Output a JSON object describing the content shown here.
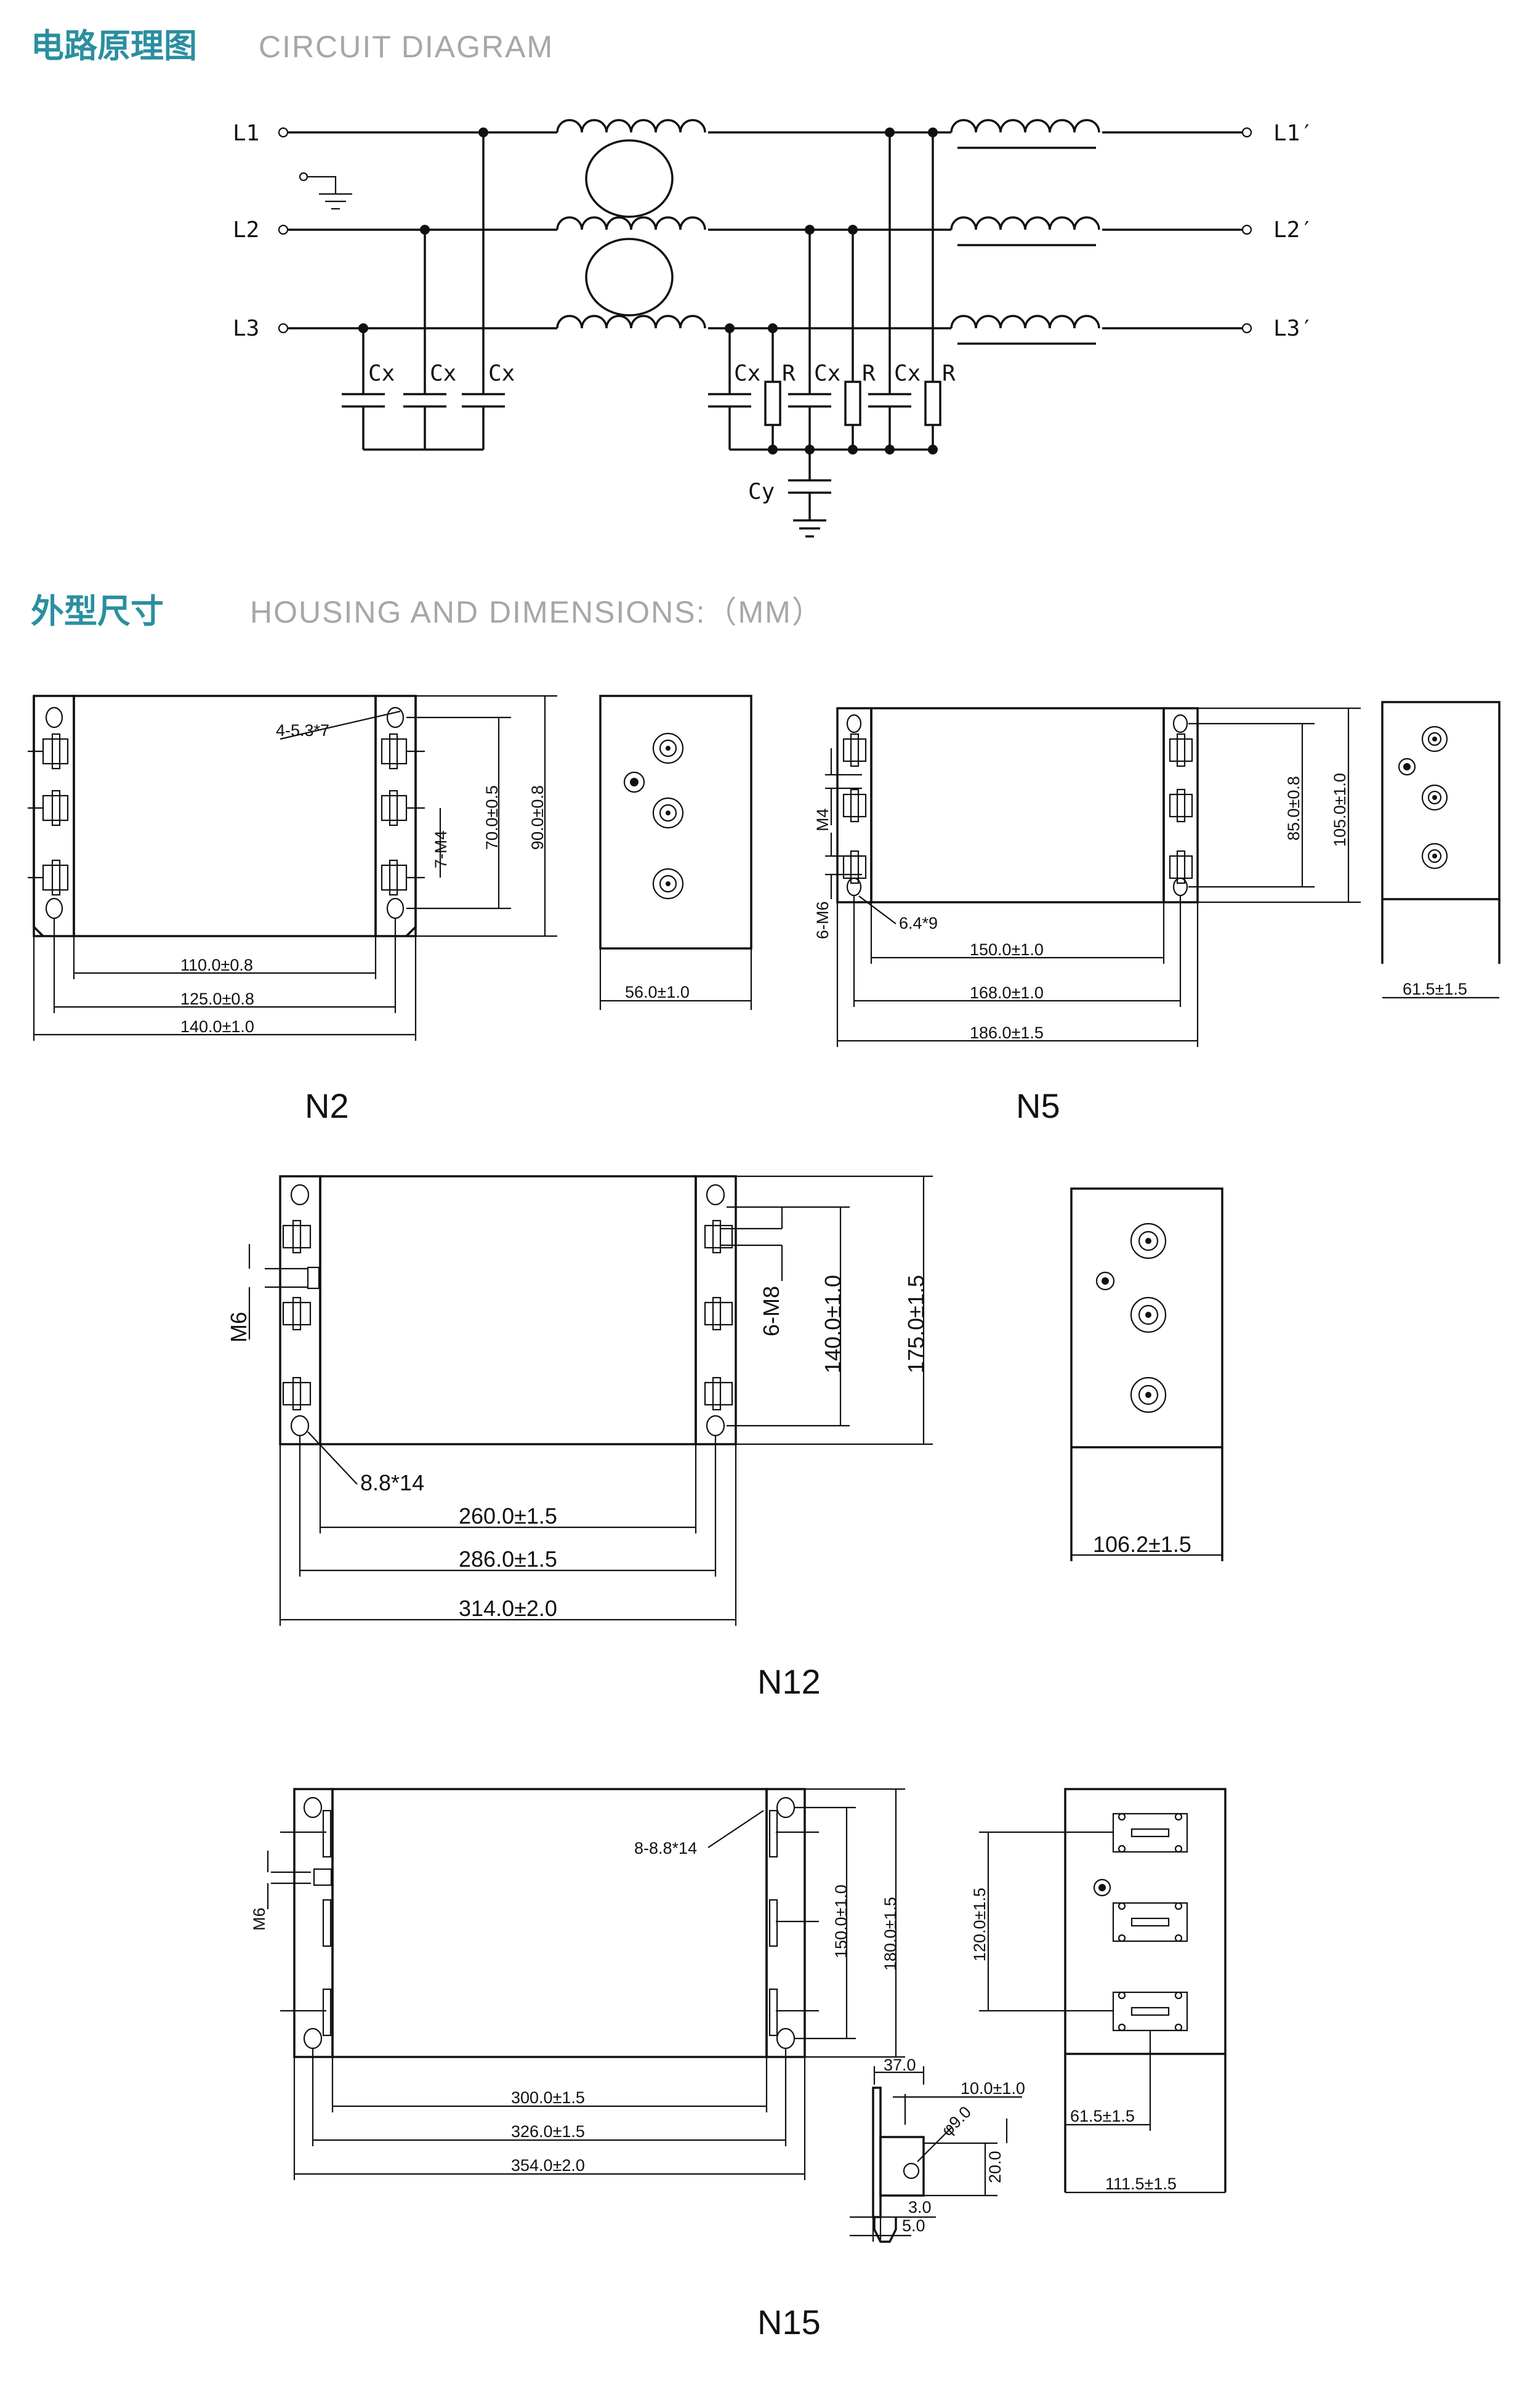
{
  "sections": {
    "circuit": {
      "title_cn": "电路原理图",
      "title_en": "CIRCUIT DIAGRAM"
    },
    "housing": {
      "title_cn": "外型尺寸",
      "title_en": "HOUSING AND DIMENSIONS:（MM）"
    }
  },
  "circuit": {
    "inputs": [
      "L1",
      "L2",
      "L3"
    ],
    "outputs": [
      "L1′",
      "L2′",
      "L3′"
    ],
    "cap_x": "Cx",
    "cap_y": "Cy",
    "resistor": "R"
  },
  "models": {
    "n2": {
      "name": "N2",
      "hole_note": "4-5.3*7",
      "screw": "7-M4",
      "height_inner": "70.0±0.5",
      "height_outer": "90.0±0.8",
      "w1": "110.0±0.8",
      "w2": "125.0±0.8",
      "w3": "140.0±1.0",
      "depth": "56.0±1.0"
    },
    "n5": {
      "name": "N5",
      "screw_small": "M4",
      "screw_large": "6-M6",
      "hole_note": "6.4*9",
      "height_inner": "85.0±0.8",
      "height_outer": "105.0±1.0",
      "w1": "150.0±1.0",
      "w2": "168.0±1.0",
      "w3": "186.0±1.5",
      "depth": "61.5±1.5"
    },
    "n12": {
      "name": "N12",
      "screw_small": "M6",
      "screw_large": "6-M8",
      "hole_note": "8.8*14",
      "height_inner": "140.0±1.0",
      "height_outer": "175.0±1.5",
      "w1": "260.0±1.5",
      "w2": "286.0±1.5",
      "w3": "314.0±2.0",
      "depth": "106.2±1.5"
    },
    "n15": {
      "name": "N15",
      "screw_small": "M6",
      "hole_note": "8-8.8*14",
      "height_inner": "150.0±1.0",
      "height_outer": "180.0±1.5",
      "w1": "300.0±1.5",
      "w2": "326.0±1.5",
      "w3": "354.0±2.0",
      "side_height": "120.0±1.5",
      "side_d1": "61.5±1.5",
      "side_d2": "111.5±1.5",
      "term_37": "37.0",
      "term_10": "10.0±1.0",
      "term_hole": "φ9.0",
      "term_20": "20.0",
      "term_3": "3.0",
      "term_5": "5.0"
    }
  }
}
